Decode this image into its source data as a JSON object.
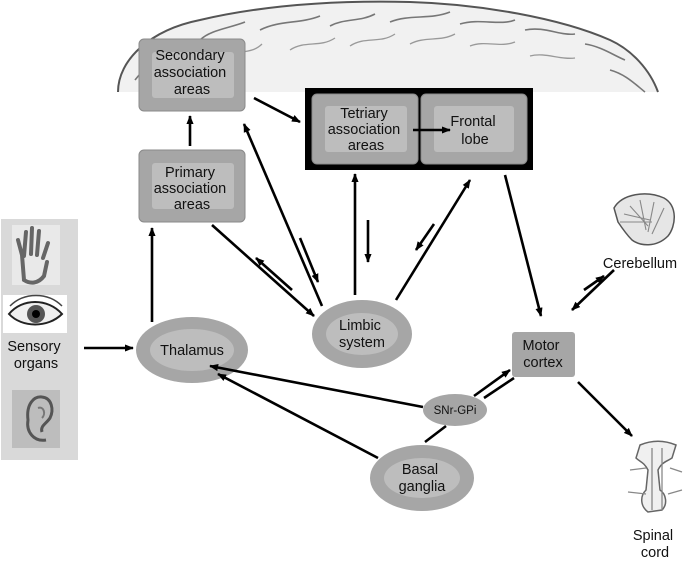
{
  "nodes": {
    "secondary": [
      "Secondary",
      "association",
      "areas"
    ],
    "primary": [
      "Primary",
      "association",
      "areas"
    ],
    "tertiary": [
      "Tetriary",
      "association",
      "areas"
    ],
    "frontal": [
      "Frontal",
      "lobe"
    ],
    "sensory": [
      "Sensory",
      "organs"
    ],
    "thalamus": "Thalamus",
    "limbic": [
      "Limbic",
      "system"
    ],
    "motor": [
      "Motor",
      "cortex"
    ],
    "snr": "SNr-GPi",
    "basal": [
      "Basal",
      "ganglia"
    ],
    "cerebellum": "Cerebellum",
    "spinal": [
      "Spinal",
      "cord"
    ]
  },
  "icons": [
    "brain-outline-icon",
    "hand-icon",
    "eye-icon",
    "ear-icon",
    "cerebellum-icon",
    "spinal-cord-icon"
  ],
  "colors": {
    "box": "#a6a6a6",
    "box_inner": "#bdbdbd",
    "panel": "#d9d9d9",
    "frame": "#000000"
  }
}
